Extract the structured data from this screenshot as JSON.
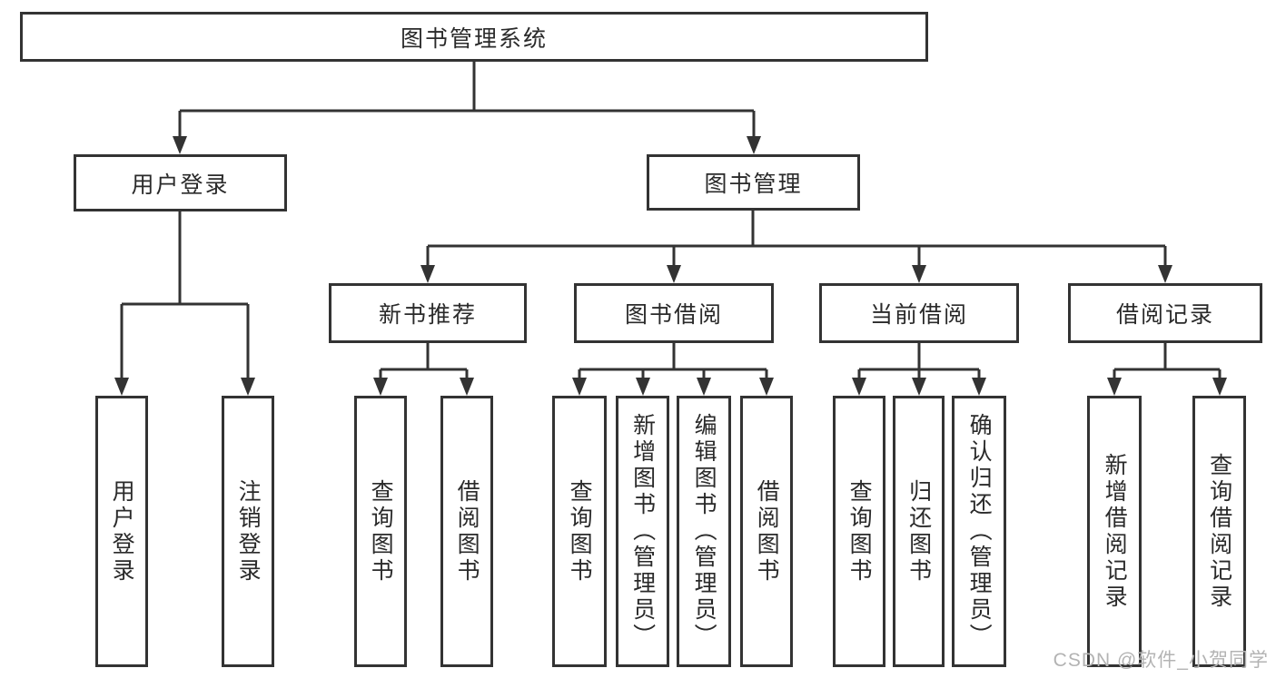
{
  "diagram": {
    "root_label": "图书管理系统",
    "level2": {
      "user_login": "用户登录",
      "book_mgmt": "图书管理"
    },
    "level3": {
      "new_books": "新书推荐",
      "book_borrow": "图书借阅",
      "current_borrow": "当前借阅",
      "borrow_records": "借阅记录"
    },
    "leaves": {
      "user": [
        "用户登录",
        "注销登录"
      ],
      "new_books": [
        "查询图书",
        "借阅图书"
      ],
      "book_borrow": [
        "查询图书",
        "新增图书（管理员）",
        "编辑图书（管理员）",
        "借阅图书"
      ],
      "current_borrow": [
        "查询图书",
        "归还图书",
        "确认归还（管理员）"
      ],
      "borrow_records": [
        "新增借阅记录",
        "查询借阅记录"
      ]
    }
  },
  "watermark": "CSDN @软件_小贺同学",
  "colors": {
    "line": "#333333",
    "text": "#2a2a2a",
    "watermark": "#b3b3b3",
    "background": "#ffffff"
  }
}
